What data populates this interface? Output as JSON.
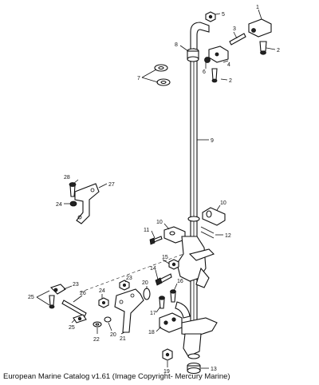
{
  "caption": "European Marine Catalog v1.61 (Image Copyright- Mercury Marine)",
  "callouts": {
    "c1": "1",
    "c2a": "2",
    "c2b": "2",
    "c3": "3",
    "c4": "4",
    "c5": "5",
    "c6": "6",
    "c7": "7",
    "c8": "8",
    "c9": "9",
    "c10a": "10",
    "c10b": "10",
    "c11": "11",
    "c12": "12",
    "c13": "13",
    "c14": "14",
    "c15": "15",
    "c16": "16",
    "c17": "17",
    "c18": "18",
    "c19": "19",
    "c20a": "20",
    "c20b": "20",
    "c21": "21",
    "c22": "22",
    "c23a": "23",
    "c23b": "23",
    "c24a": "24",
    "c24b": "24",
    "c25a": "25",
    "c25b": "25",
    "c26": "26",
    "c27": "27",
    "c28": "28"
  }
}
